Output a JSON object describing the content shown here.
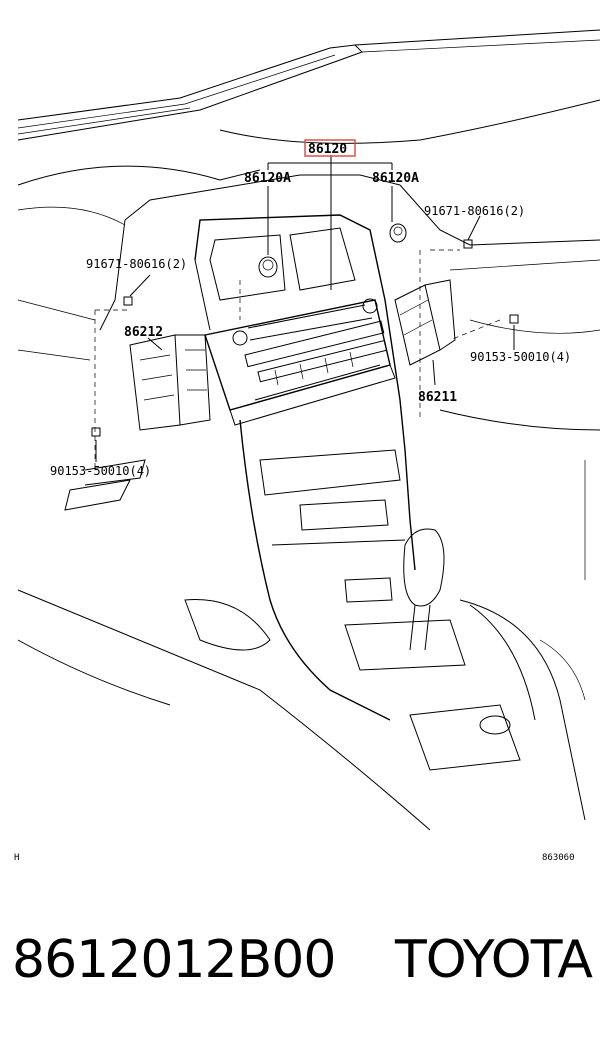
{
  "diagram": {
    "highlight_color": "#d9534f",
    "labels": {
      "main_part": "86120",
      "sub_left": "86120A",
      "sub_right": "86120A",
      "screw_left": "91671-80616(2)",
      "screw_right": "91671-80616(2)",
      "bracket_left": "86212",
      "bracket_right": "86211",
      "bolt_left": "90153-50010(4)",
      "bolt_right": "90153-50010(4)"
    },
    "corner_left": "H",
    "corner_right": "863060"
  },
  "footer": {
    "part_number": "8612012B00",
    "brand": "TOYOTA"
  }
}
